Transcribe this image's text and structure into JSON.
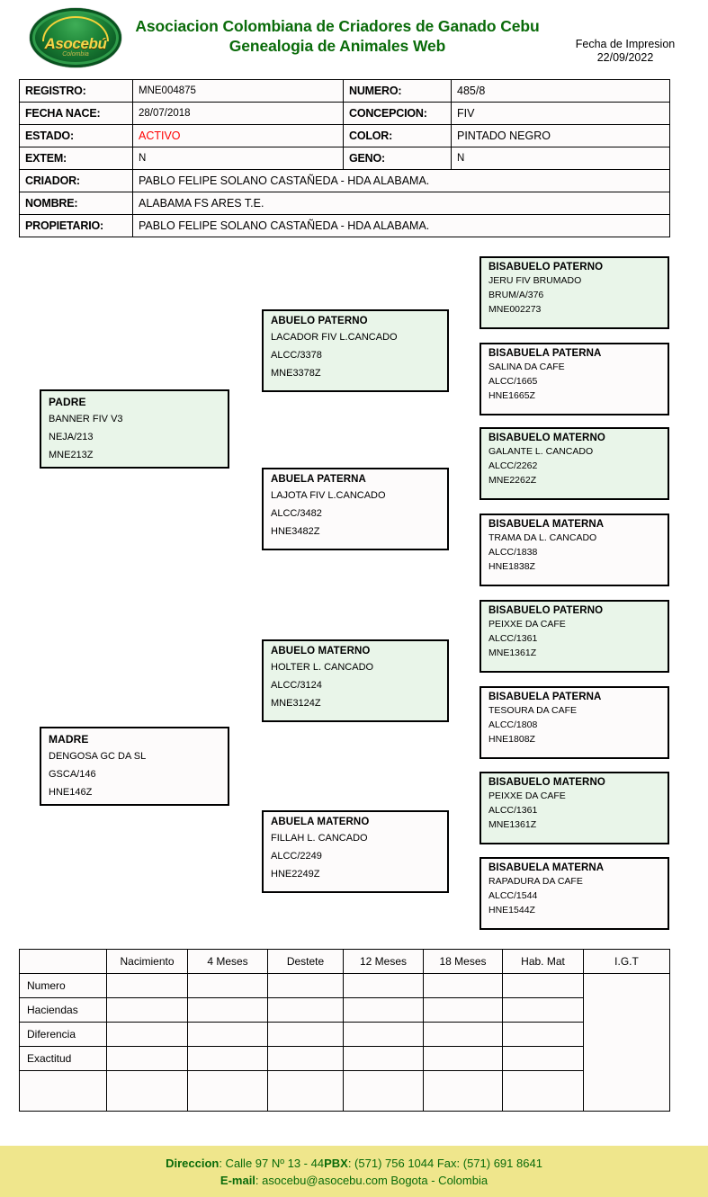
{
  "header": {
    "logo_wordmark": "Asocebú",
    "logo_sub": "Colombia",
    "title_line1": "Asociacion Colombiana de Criadores de Ganado Cebu",
    "title_line2": "Genealogia de Animales Web",
    "print_date_label": "Fecha de Impresion",
    "print_date_value": "22/09/2022",
    "title_color": "#0a6b0a"
  },
  "info": {
    "rows": [
      {
        "label": "REGISTRO:",
        "value": "MNE004875",
        "label2": "NUMERO:",
        "value2": "485/8"
      },
      {
        "label": "FECHA NACE:",
        "value": "28/07/2018",
        "label2": "CONCEPCION:",
        "value2": "FIV"
      },
      {
        "label": "ESTADO:",
        "value": "ACTIVO",
        "label2": "COLOR:",
        "value2": "PINTADO NEGRO"
      },
      {
        "label": "EXTEM:",
        "value": "N",
        "label2": "GENO:",
        "value2": "N"
      }
    ],
    "wide_rows": [
      {
        "label": "CRIADOR:",
        "value": "PABLO FELIPE SOLANO CASTAÑEDA - HDA ALABAMA."
      },
      {
        "label": "NOMBRE:",
        "value": "ALABAMA FS ARES T.E."
      },
      {
        "label": "PROPIETARIO:",
        "value": "PABLO FELIPE SOLANO CASTAÑEDA - HDA ALABAMA."
      }
    ],
    "estado_color": "#ff0000"
  },
  "pedigree": {
    "male_bg": "#e9f5e9",
    "female_bg": "#fdfbfb",
    "padre": {
      "title": "PADRE",
      "name": "BANNER FIV V3",
      "reg": "NEJA/213",
      "code": "MNE213Z"
    },
    "madre": {
      "title": "MADRE",
      "name": "DENGOSA GC DA SL",
      "reg": "GSCA/146",
      "code": "HNE146Z"
    },
    "abuelo_paterno": {
      "title": "ABUELO PATERNO",
      "name": "LACADOR FIV L.CANCADO",
      "reg": "ALCC/3378",
      "code": "MNE3378Z"
    },
    "abuela_paterna": {
      "title": "ABUELA PATERNA",
      "name": "LAJOTA FIV L.CANCADO",
      "reg": "ALCC/3482",
      "code": "HNE3482Z"
    },
    "abuelo_materno": {
      "title": "ABUELO MATERNO",
      "name": "HOLTER L. CANCADO",
      "reg": "ALCC/3124",
      "code": "MNE3124Z"
    },
    "abuela_materno": {
      "title": "ABUELA MATERNO",
      "name": "FILLAH L. CANCADO",
      "reg": "ALCC/2249",
      "code": "HNE2249Z"
    },
    "bis1": {
      "title": "BISABUELO PATERNO",
      "name": "JERU FIV BRUMADO",
      "reg": "BRUM/A/376",
      "code": "MNE002273"
    },
    "bis2": {
      "title": "BISABUELA PATERNA",
      "name": "SALINA DA CAFE",
      "reg": "ALCC/1665",
      "code": "HNE1665Z"
    },
    "bis3": {
      "title": "BISABUELO MATERNO",
      "name": "GALANTE L. CANCADO",
      "reg": "ALCC/2262",
      "code": "MNE2262Z"
    },
    "bis4": {
      "title": "BISABUELA MATERNA",
      "name": "TRAMA DA L. CANCADO",
      "reg": "ALCC/1838",
      "code": "HNE1838Z"
    },
    "bis5": {
      "title": "BISABUELO PATERNO",
      "name": "PEIXXE DA CAFE",
      "reg": "ALCC/1361",
      "code": "MNE1361Z"
    },
    "bis6": {
      "title": "BISABUELA PATERNA",
      "name": "TESOURA DA CAFE",
      "reg": "ALCC/1808",
      "code": "HNE1808Z"
    },
    "bis7": {
      "title": "BISABUELO MATERNO",
      "name": "PEIXXE DA CAFE",
      "reg": "ALCC/1361",
      "code": "MNE1361Z"
    },
    "bis8": {
      "title": "BISABUELA MATERNA",
      "name": "RAPADURA DA CAFE",
      "reg": "ALCC/1544",
      "code": "HNE1544Z"
    }
  },
  "perf_table": {
    "columns": [
      "",
      "Nacimiento",
      "4 Meses",
      "Destete",
      "12 Meses",
      "18 Meses",
      "Hab. Mat",
      "I.G.T"
    ],
    "rows": [
      {
        "label": "Numero",
        "cells": [
          "",
          "",
          "",
          "",
          "",
          ""
        ]
      },
      {
        "label": "Haciendas",
        "cells": [
          "",
          "",
          "",
          "",
          "",
          ""
        ]
      },
      {
        "label": "Diferencia",
        "cells": [
          "",
          "",
          "",
          "",
          "",
          ""
        ]
      },
      {
        "label": "Exactitud",
        "cells": [
          "",
          "",
          "",
          "",
          "",
          ""
        ]
      },
      {
        "label": "",
        "cells": [
          "",
          "",
          "",
          "",
          "",
          ""
        ]
      }
    ]
  },
  "footer": {
    "bg_color": "#efe68c",
    "text_color": "#0a6b0a",
    "direccion_label": "Direccion",
    "direccion_value": ": Calle 97 Nº  13 - 44",
    "pbx_label": "PBX",
    "pbx_value": ": (571) 756 1044 Fax: (571) 691 8641",
    "email_label": "E-mail",
    "email_value": ": asocebu@asocebu.com Bogota - Colombia"
  }
}
